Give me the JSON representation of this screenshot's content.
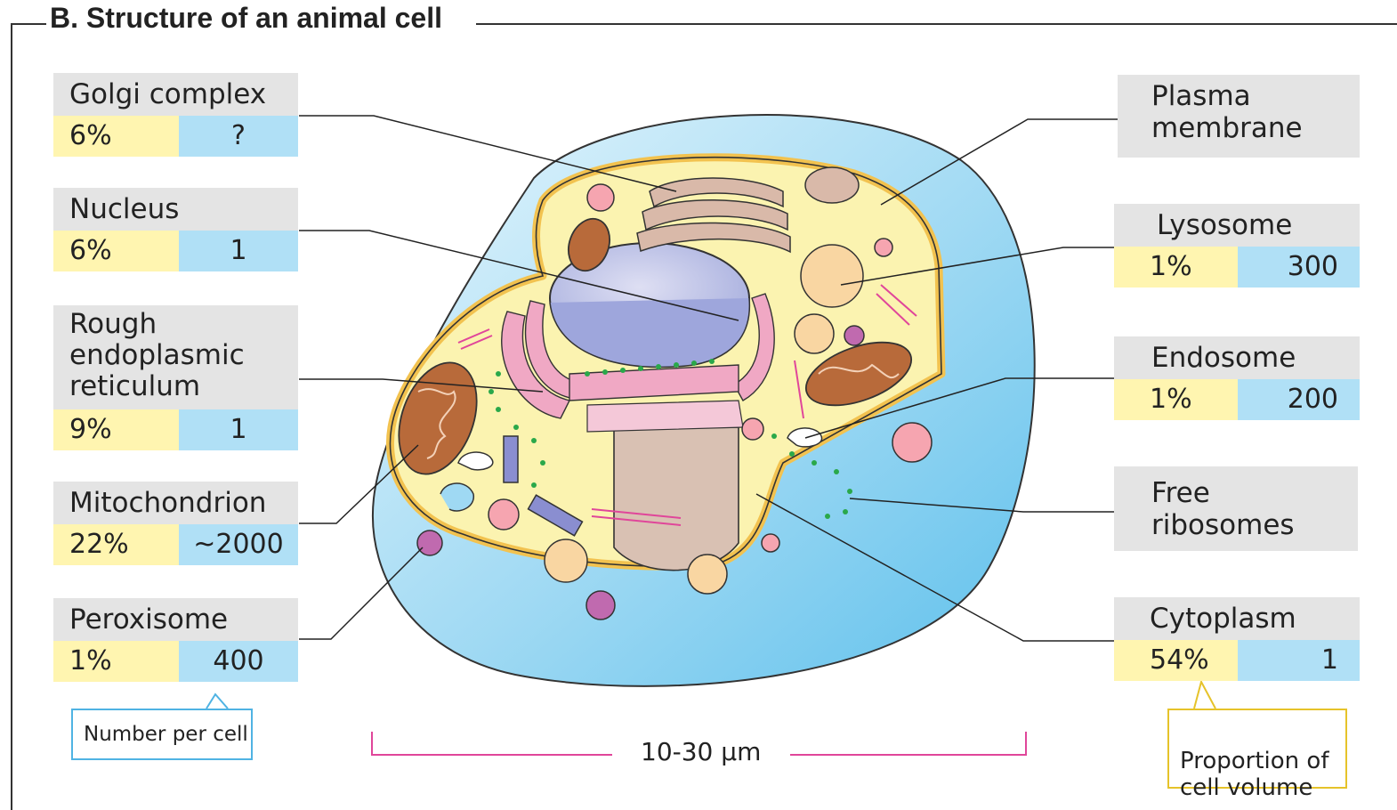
{
  "title": "B. Structure of an animal cell",
  "left_cards": [
    {
      "id": "golgi",
      "name": "Golgi complex",
      "percent": "6%",
      "count": "?"
    },
    {
      "id": "nucleus",
      "name": "Nucleus",
      "percent": "6%",
      "count": "1"
    },
    {
      "id": "rer",
      "name": "Rough\nendoplasmic\nreticulum",
      "percent": "9%",
      "count": "1"
    },
    {
      "id": "mito",
      "name": "Mitochondrion",
      "percent": "22%",
      "count": "~2000"
    },
    {
      "id": "perox",
      "name": "Peroxisome",
      "percent": "1%",
      "count": "400"
    }
  ],
  "right_cards": [
    {
      "id": "plasma",
      "name": "Plasma\nmembrane"
    },
    {
      "id": "lyso",
      "name": "Lysosome",
      "percent": "1%",
      "count": "300"
    },
    {
      "id": "endo",
      "name": "Endosome",
      "percent": "1%",
      "count": "200"
    },
    {
      "id": "ribo",
      "name": "Free\nribosomes"
    },
    {
      "id": "cyto",
      "name": "Cytoplasm",
      "percent": "54%",
      "count": "1"
    }
  ],
  "callouts": {
    "number_per_cell": "Number per cell",
    "proportion_of_cell_volume": "Proportion of\ncell volume"
  },
  "scale_bar": "10-30 µm",
  "colors": {
    "name_bg": "#e4e4e4",
    "percent_bg": "#fff5b0",
    "count_bg": "#b0e0f6",
    "cell_outer": "#7ccbef",
    "cytoplasm": "#fbf3b0",
    "membrane": "#f2c24f",
    "nucleus": "#b9bfe6",
    "golgi": "#d9b9a9",
    "rer": "#f0a8c4",
    "mito": "#b86a3a",
    "ribosome_dots": "#2aa84a",
    "scale_bar": "#e0469a"
  }
}
